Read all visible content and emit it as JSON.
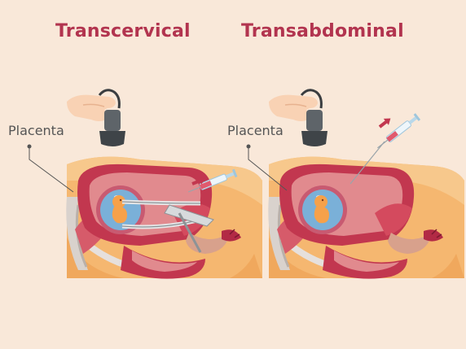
{
  "titles": {
    "left": "Transcervical",
    "right": "Transabdominal"
  },
  "labels": {
    "placenta_left": "Placenta",
    "placenta_right": "Placenta"
  },
  "colors": {
    "background": "#f9e8d9",
    "title": "#b2344f",
    "label": "#555555",
    "skin": "#f5b770",
    "uterus": "#c2374f",
    "uterus_inner": "#e18a8e",
    "amniotic": "#7ab0d8",
    "fetus": "#f6a14a",
    "bone": "#e6e0dc",
    "probe": "#5e6469",
    "arrow": "#c2374f",
    "syringe_liquid": "#e05a6e"
  },
  "icons": [
    "hand-icon",
    "ultrasound-probe-icon",
    "syringe-icon",
    "arrow-icon",
    "catheter-icon",
    "fetus-icon"
  ]
}
